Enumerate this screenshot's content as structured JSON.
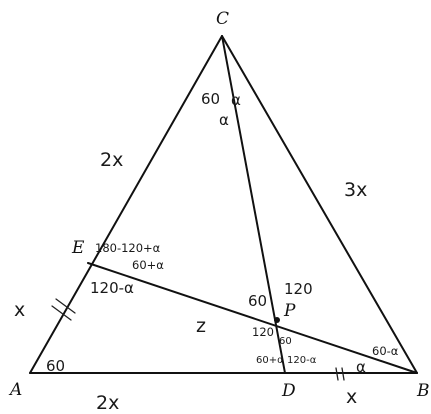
{
  "vertices": {
    "A": "A",
    "B": "B",
    "C": "C",
    "D": "D",
    "E": "E",
    "P": "P"
  },
  "annotations": {
    "side_CE": "2x",
    "side_EA": "x",
    "side_AD": "2x",
    "side_DB": "x",
    "side_CB": "3x",
    "segment_EP": "z",
    "angle_C_left": "60",
    "angle_C_right": "α",
    "angle_C_alpha": "α",
    "angle_E_top": "180-120+α",
    "angle_E_top2": "60+α",
    "angle_E_bottom": "120-α",
    "angle_A": "60",
    "angle_P_upper_left": "60",
    "angle_P_upper_right": "120",
    "angle_P_lower_left": "120",
    "angle_P_lower_right": "60",
    "angle_D_left": "60+α",
    "angle_D_right": "120-α",
    "angle_B_upper": "60-α",
    "angle_B_lower": "α"
  }
}
